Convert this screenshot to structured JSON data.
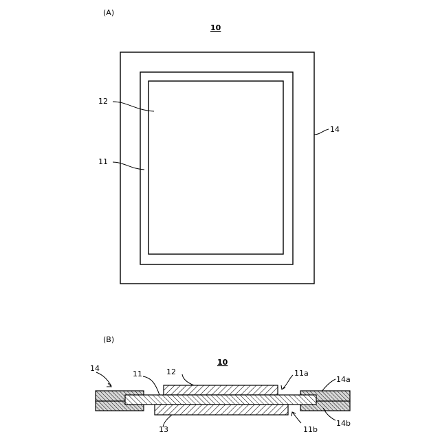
{
  "figure_a": {
    "panel_label": "(A)",
    "title_ref": "10",
    "labels": {
      "outer_frame": "14",
      "inner_region": "12",
      "middle_frame": "11"
    }
  },
  "figure_b": {
    "panel_label": "(B)",
    "title_ref": "10",
    "labels": {
      "left_block": "14",
      "upper_center": "12",
      "middle_layer": "11",
      "lower_center": "13",
      "top_gap": "11a",
      "bottom_gap": "11b",
      "right_upper": "14a",
      "right_lower": "14b"
    }
  }
}
